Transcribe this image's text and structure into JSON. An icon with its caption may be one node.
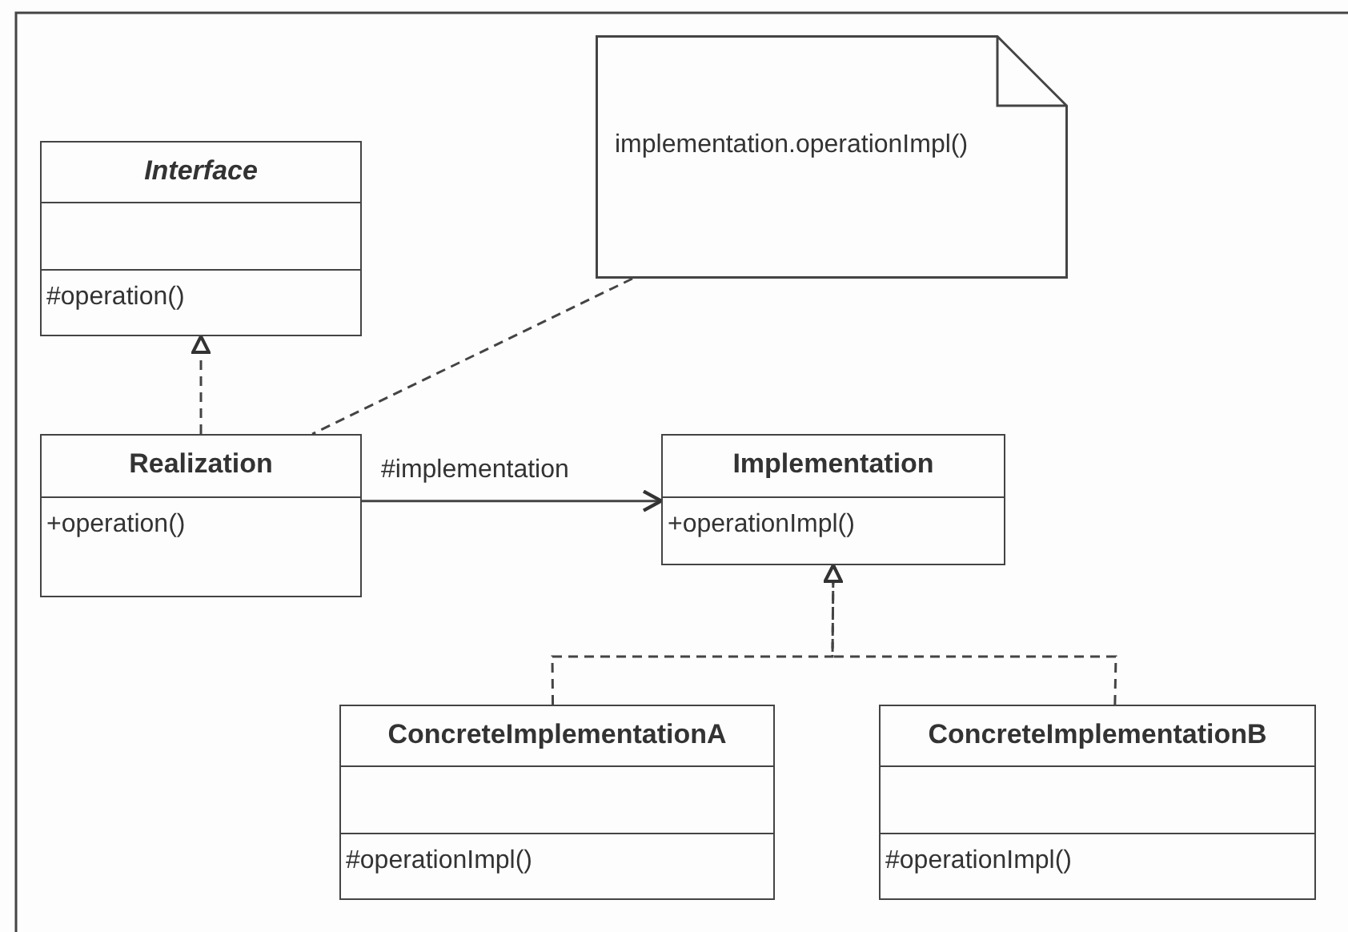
{
  "diagram": {
    "nodes": [
      {
        "text": [
          "implementation.operationImpl()"
        ]
      },
      {
        "text": [
          "Interface",
          "#operation()"
        ]
      },
      {
        "text": [
          "Realization",
          "+operation()"
        ]
      },
      {
        "text": [
          "Implementation",
          "+operationImpl()"
        ]
      },
      {
        "text": [
          "ConcreteImplementationA",
          "#operationImpl()"
        ]
      },
      {
        "text": [
          "ConcreteImplementationB",
          "#operationImpl()"
        ]
      }
    ],
    "edges": [
      {
        "from": 2,
        "to": 1,
        "arrow": "to",
        "style": "dashed"
      },
      {
        "from": 0,
        "to": 2,
        "arrow": "none",
        "style": "dashed"
      },
      {
        "from": 2,
        "to": 3,
        "arrow": "to",
        "label": "#implementation"
      },
      {
        "from": 4,
        "to": 3,
        "arrow": "to",
        "style": "dashed"
      },
      {
        "from": 5,
        "to": 3,
        "arrow": "to",
        "style": "dashed"
      }
    ]
  }
}
